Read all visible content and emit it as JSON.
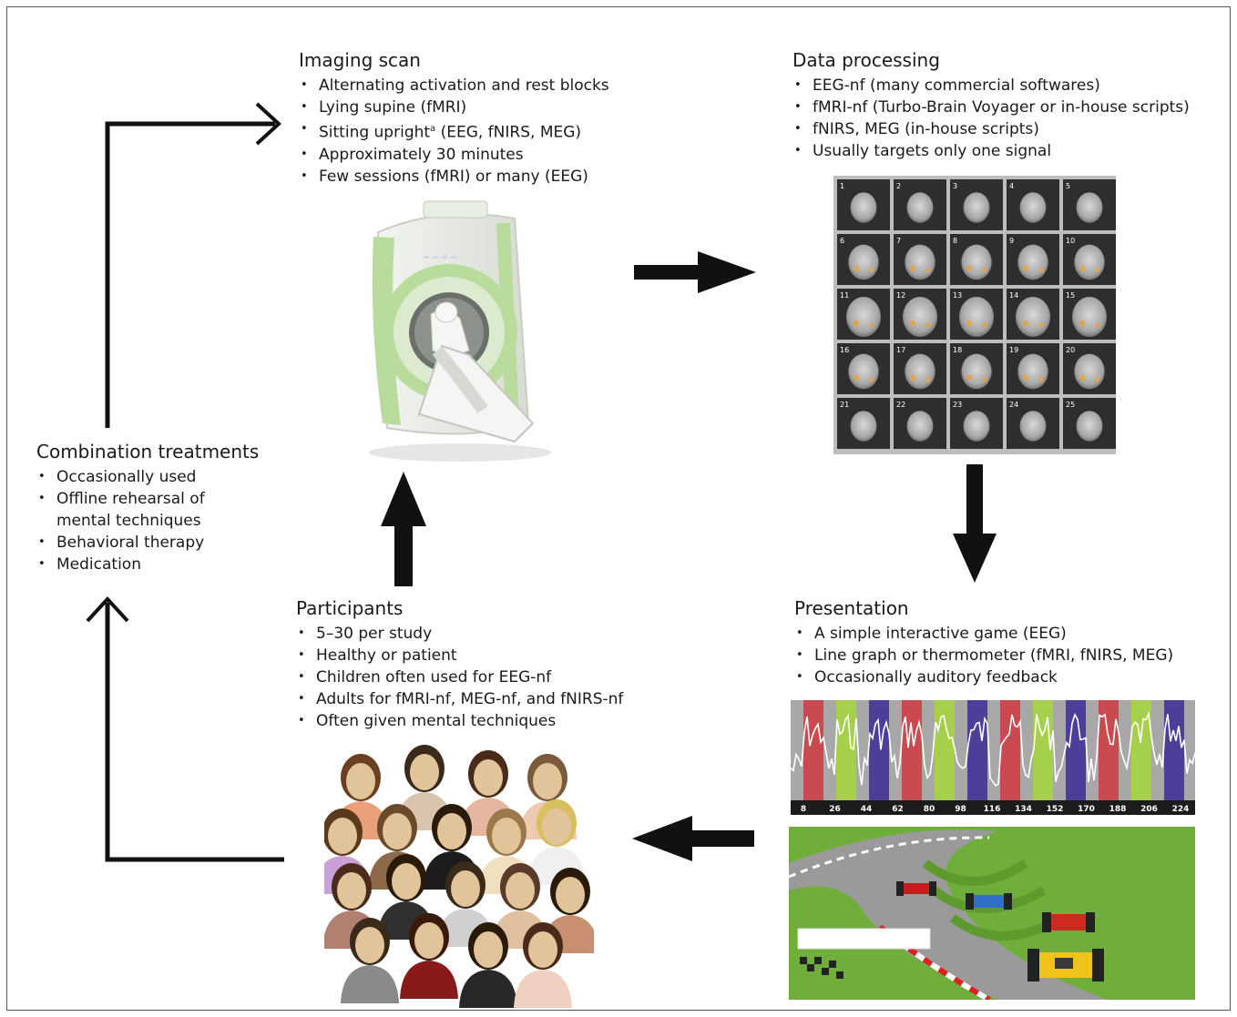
{
  "blocks": {
    "imaging": {
      "title": "Imaging scan",
      "items": [
        "Alternating activation and rest blocks",
        "Lying supine (fMRI)",
        "Sitting upright",
        "Approximately 30 minutes",
        "Few sessions (fMRI) or many (EEG)"
      ],
      "upright_sup": "a",
      "upright_tail": " (EEG, fNIRS, MEG)"
    },
    "processing": {
      "title": "Data processing",
      "items": [
        "EEG-nf (many commercial softwares)",
        "fMRI-nf (Turbo-Brain Voyager or in-house scripts)",
        "fNIRS, MEG (in-house scripts)",
        "Usually targets only one signal"
      ]
    },
    "combination": {
      "title": "Combination treatments",
      "items": [
        "Occasionally used",
        "Offline rehearsal of mental techniques",
        "Behavioral therapy",
        "Medication"
      ]
    },
    "participants": {
      "title": "Participants",
      "items": [
        "5–30 per study",
        "Healthy or patient",
        "Children often used for EEG-nf",
        "Adults for fMRI-nf, MEG-nf, and fNIRS-nf",
        "Often given mental techniques"
      ]
    },
    "presentation": {
      "title": "Presentation",
      "items": [
        "A simple interactive game (EEG)",
        "Line graph or thermometer (fMRI, fNIRS, MEG)",
        "Occasionally auditory feedback"
      ]
    }
  },
  "brain_grid": {
    "slice_numbers": [
      "1",
      "2",
      "3",
      "4",
      "5",
      "6",
      "7",
      "8",
      "9",
      "10",
      "11",
      "12",
      "13",
      "14",
      "15",
      "16",
      "17",
      "18",
      "19",
      "20",
      "21",
      "22",
      "23",
      "24",
      "25"
    ]
  },
  "timeseries": {
    "ticks": [
      "8",
      "26",
      "44",
      "62",
      "80",
      "98",
      "116",
      "134",
      "152",
      "170",
      "188",
      "206",
      "224"
    ],
    "block_colors": [
      "#c94a4f",
      "#a6cf4c",
      "#4b3f9a"
    ],
    "rest_color": "#a8a8a8",
    "line_color": "#ffffff"
  },
  "colors": {
    "arrow": "#111111",
    "scanner_green": "#b9dc9c",
    "track_green": "#6fae3a"
  }
}
